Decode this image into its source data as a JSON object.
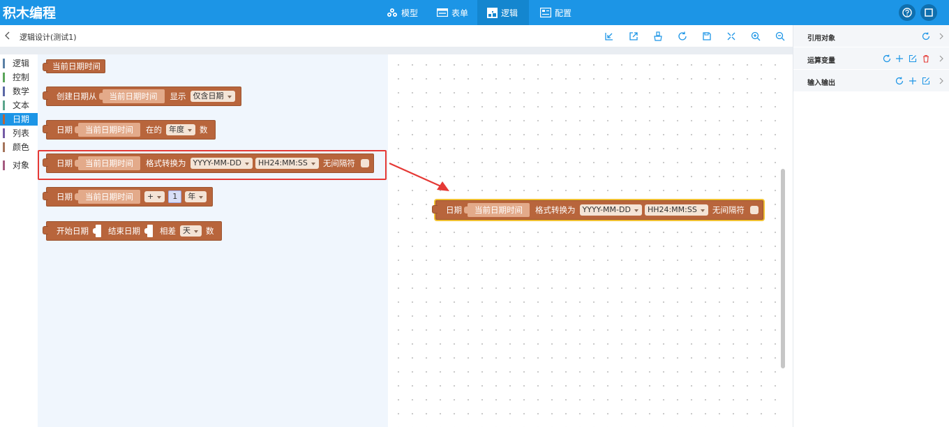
{
  "app": {
    "title": "积木编程"
  },
  "nav": {
    "tabs": [
      {
        "label": "模型"
      },
      {
        "label": "表单"
      },
      {
        "label": "逻辑"
      },
      {
        "label": "配置"
      }
    ],
    "active_tab": "逻辑"
  },
  "breadcrumb": {
    "label": "逻辑设计(测试1)"
  },
  "categories": [
    "逻辑",
    "控制",
    "数学",
    "文本",
    "日期",
    "列表",
    "颜色",
    "对象"
  ],
  "active_category": "日期",
  "category_colors": [
    "#5b80a5",
    "#5ba55b",
    "#5b67a5",
    "#5ba58c",
    "#b8653c",
    "#745ba5",
    "#a5745b",
    "#a55b80"
  ],
  "blocks": {
    "b1": {
      "label": "当前日期时间"
    },
    "b2": {
      "prefix": "创建日期从",
      "slot": "当前日期时间",
      "mid": "显示",
      "dropdown": "仅含日期"
    },
    "b3": {
      "prefix": "日期",
      "slot": "当前日期时间",
      "mid": "在的",
      "dropdown": "年度",
      "suffix": "数"
    },
    "b4": {
      "prefix": "日期",
      "slot": "当前日期时间",
      "mid": "格式转换为",
      "dropdown1": "YYYY-MM-DD",
      "dropdown2": "HH24:MM:SS",
      "suffix": "无间隔符"
    },
    "b5": {
      "prefix": "日期",
      "slot": "当前日期时间",
      "op": "+",
      "number": "1",
      "unit": "年"
    },
    "b6": {
      "prefix": "开始日期",
      "mid": "结束日期",
      "mid2": "相差",
      "dropdown": "天",
      "suffix": "数"
    }
  },
  "workspace_block": {
    "prefix": "日期",
    "slot": "当前日期时间",
    "mid": "格式转换为",
    "dropdown1": "YYYY-MM-DD",
    "dropdown2": "HH24:MM:SS",
    "suffix": "无间隔符"
  },
  "right_panel": {
    "sections": [
      {
        "label": "引用对象"
      },
      {
        "label": "运算变量"
      },
      {
        "label": "输入输出"
      }
    ]
  },
  "colors": {
    "accent": "#1c95e6",
    "block": "#b8653c",
    "highlight": "#e53935"
  }
}
